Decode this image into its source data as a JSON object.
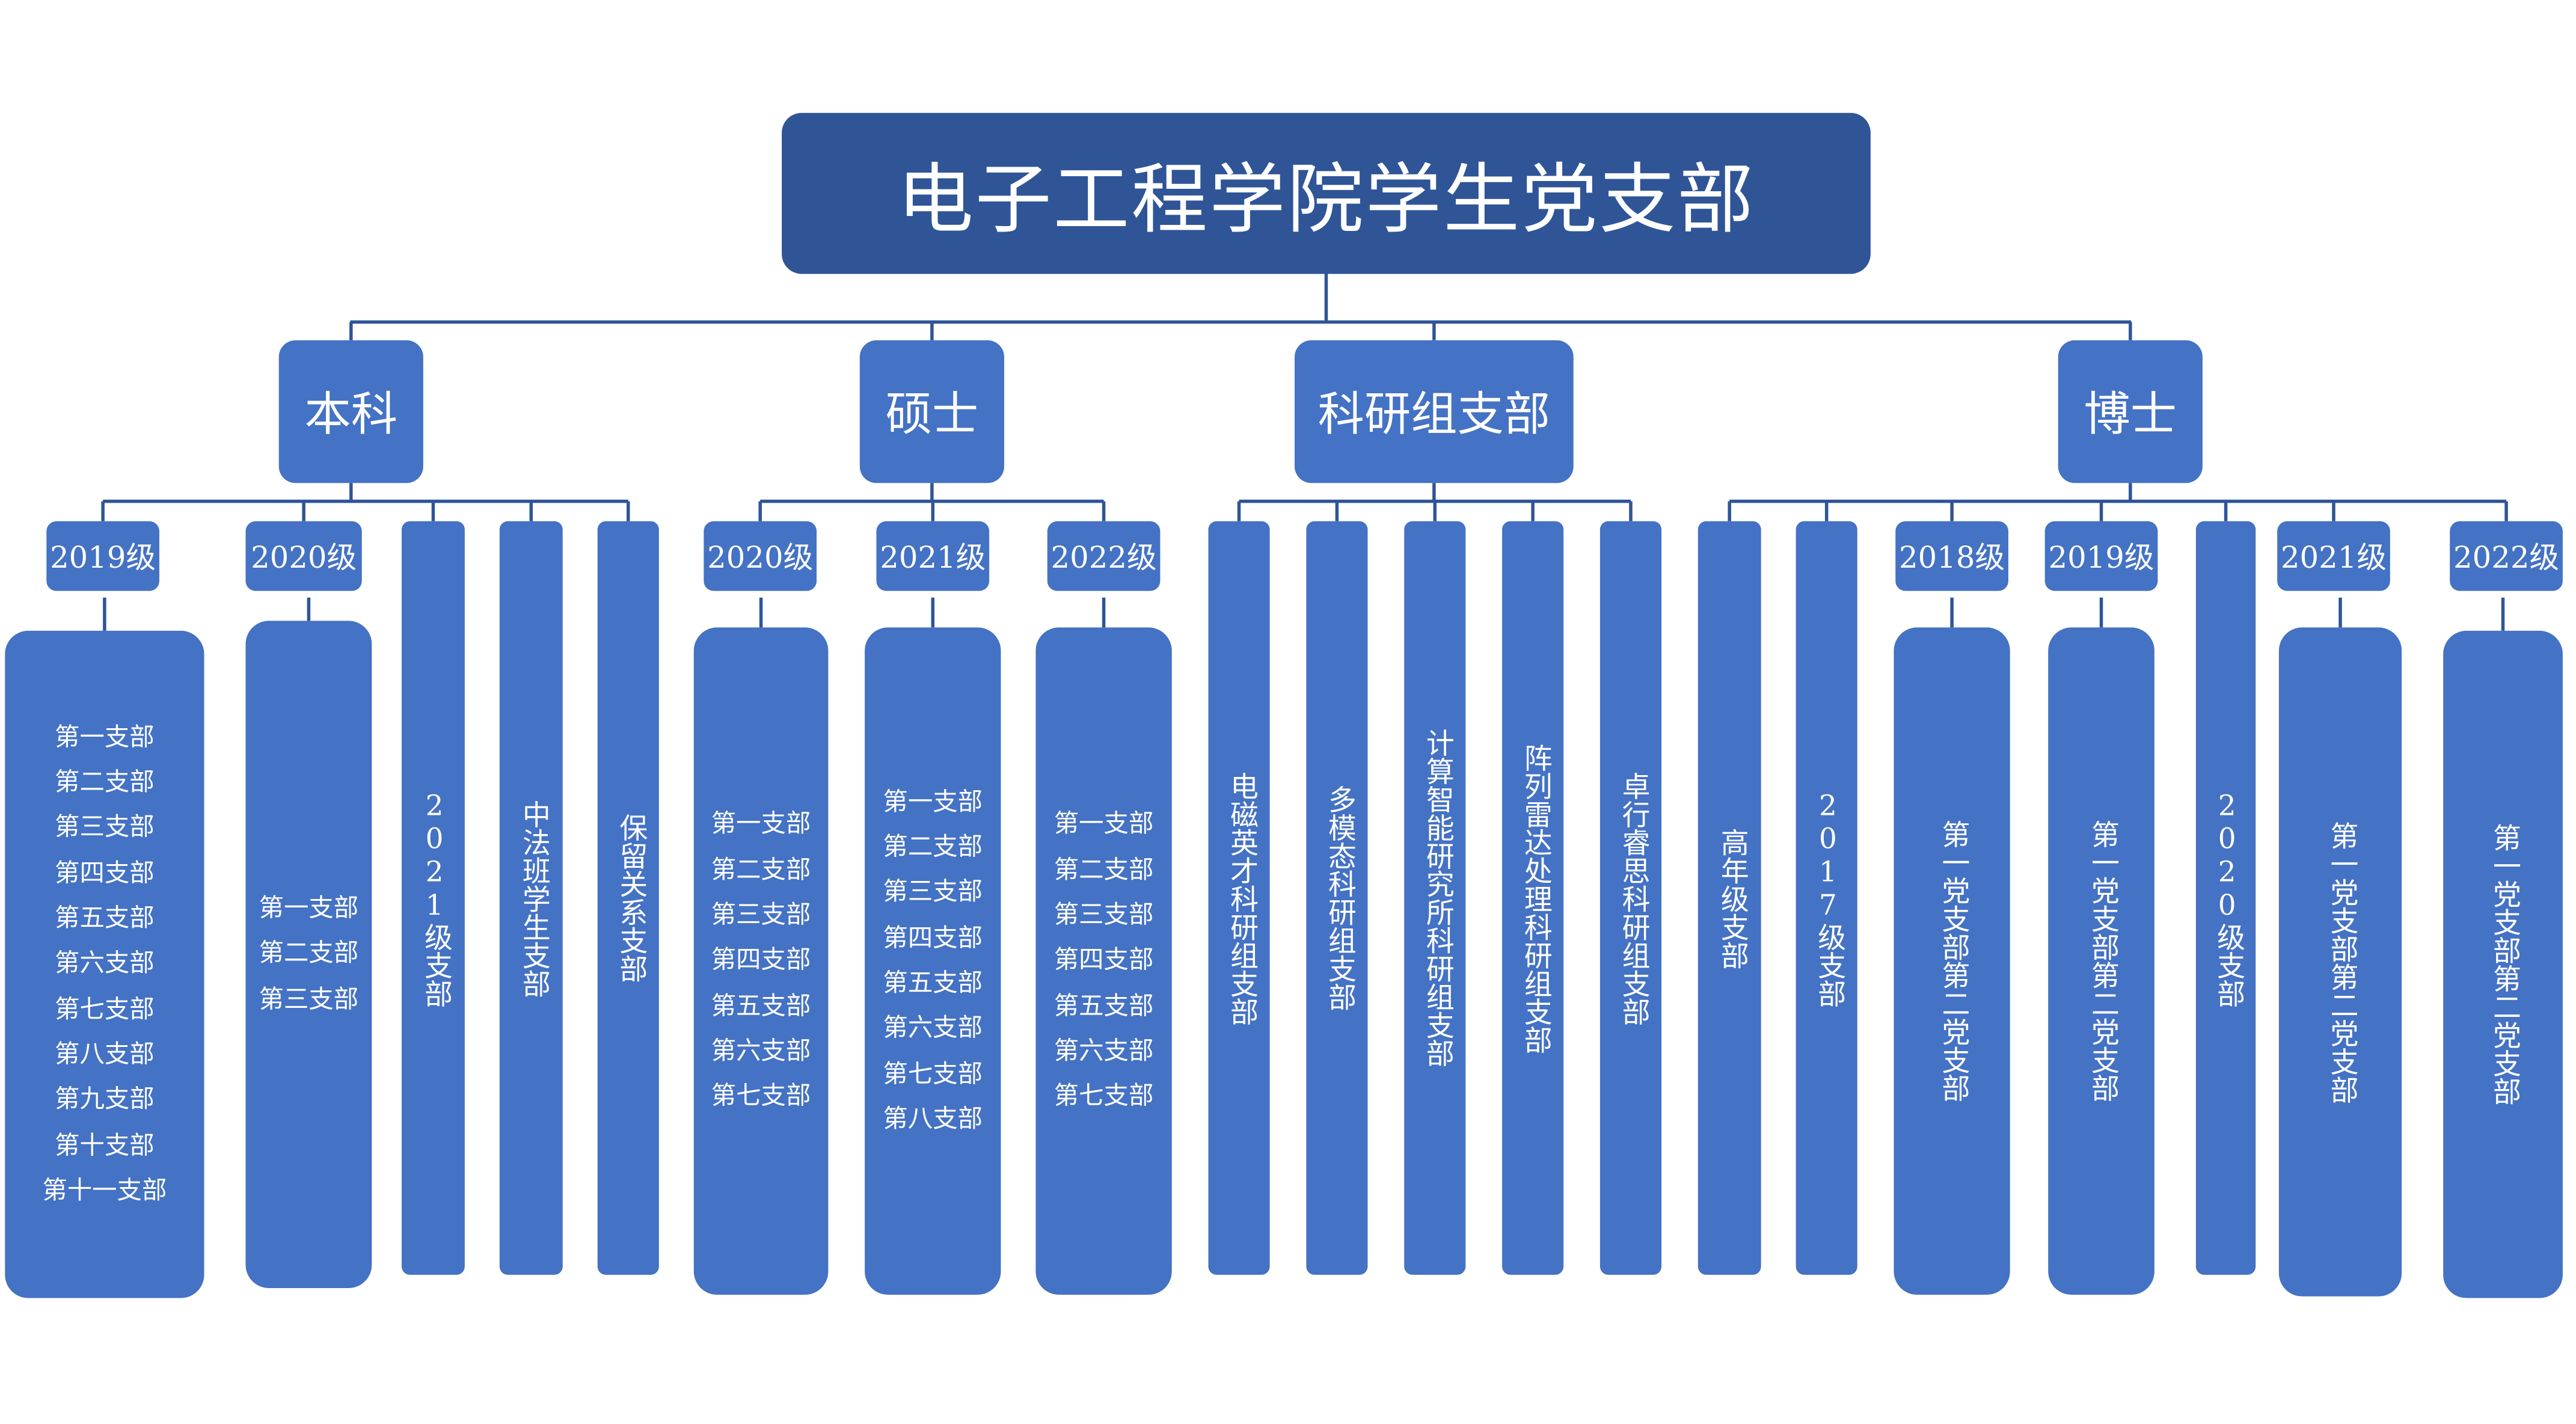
{
  "title": "电子工程学院学生党支部",
  "colors": {
    "title": "#2F5597",
    "node": "#4472C4",
    "line": "#2F5597"
  },
  "groups": [
    {
      "label": "本科",
      "children": [
        {
          "label": "2019级",
          "items": [
            "第一支部",
            "第二支部",
            "第三支部",
            "第四支部",
            "第五支部",
            "第六支部",
            "第七支部",
            "第八支部",
            "第九支部",
            "第十支部",
            "第十一支部"
          ]
        },
        {
          "label": "2020级",
          "items": [
            "第一支部",
            "第二支部",
            "第三支部"
          ]
        },
        {
          "label": "2021级支部"
        },
        {
          "label": "中法班学生支部"
        },
        {
          "label": "保留关系支部"
        }
      ]
    },
    {
      "label": "硕士",
      "children": [
        {
          "label": "2020级",
          "items": [
            "第一支部",
            "第二支部",
            "第三支部",
            "第四支部",
            "第五支部",
            "第六支部",
            "第七支部"
          ]
        },
        {
          "label": "2021级",
          "items": [
            "第一支部",
            "第二支部",
            "第三支部",
            "第四支部",
            "第五支部",
            "第六支部",
            "第七支部",
            "第八支部"
          ]
        },
        {
          "label": "2022级",
          "items": [
            "第一支部",
            "第二支部",
            "第三支部",
            "第四支部",
            "第五支部",
            "第六支部",
            "第七支部"
          ]
        }
      ]
    },
    {
      "label": "科研组支部",
      "children": [
        {
          "label": "电磁英才科研组支部"
        },
        {
          "label": "多模态科研组支部"
        },
        {
          "label": "计算智能研究所科研组支部"
        },
        {
          "label": "阵列雷达处理科研组支部"
        },
        {
          "label": "卓行睿思科研组支部"
        }
      ]
    },
    {
      "label": "博士",
      "children": [
        {
          "label": "高年级支部"
        },
        {
          "label": "2017级支部"
        },
        {
          "label": "2018级",
          "items": [
            "第一党支部",
            "第二党支部"
          ]
        },
        {
          "label": "2019级",
          "items": [
            "第一党支部",
            "第二党支部"
          ]
        },
        {
          "label": "2020级支部"
        },
        {
          "label": "2021级",
          "items": [
            "第一党支部",
            "第二党支部"
          ]
        },
        {
          "label": "2022级",
          "items": [
            "第一党支部",
            "第二党支部"
          ]
        }
      ]
    }
  ]
}
